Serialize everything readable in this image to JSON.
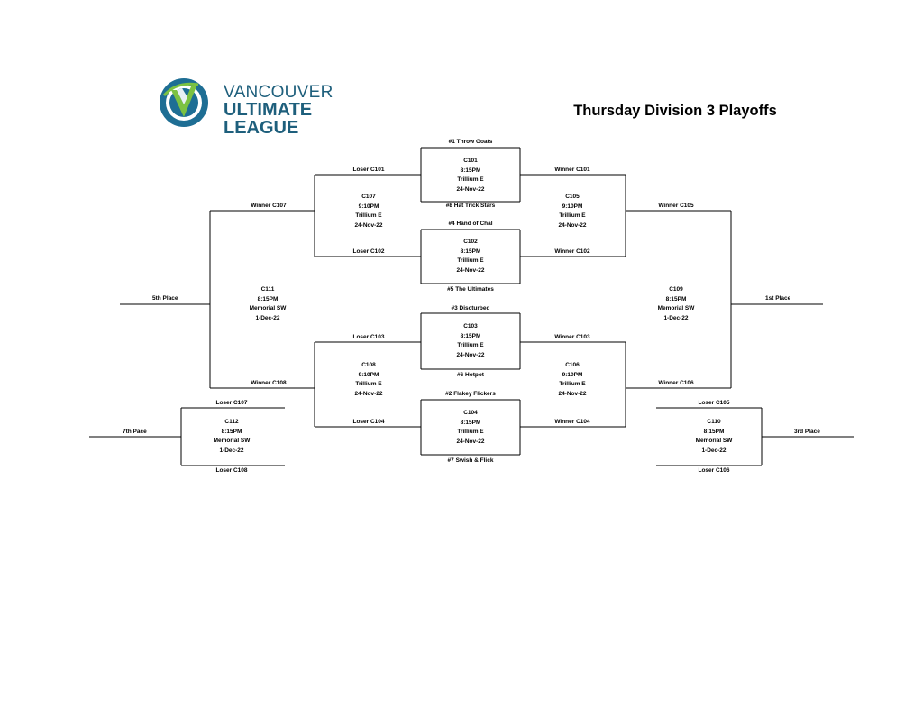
{
  "logo": {
    "line1": "VANCOUVER",
    "line2": "ULTIMATE LEAGUE",
    "primary_color": "#1e6e94",
    "accent_color": "#7cc242"
  },
  "title": "Thursday Division 3 Playoffs",
  "games": [
    {
      "code": "C101",
      "time": "8:15PM",
      "field": "Trillium E",
      "date": "24-Nov-22"
    },
    {
      "code": "C102",
      "time": "8:15PM",
      "field": "Trillium E",
      "date": "24-Nov-22"
    },
    {
      "code": "C103",
      "time": "8:15PM",
      "field": "Trillium E",
      "date": "24-Nov-22"
    },
    {
      "code": "C104",
      "time": "8:15PM",
      "field": "Trillium E",
      "date": "24-Nov-22"
    },
    {
      "code": "C105",
      "time": "9:10PM",
      "field": "Trillium E",
      "date": "24-Nov-22"
    },
    {
      "code": "C106",
      "time": "9:10PM",
      "field": "Trillium E",
      "date": "24-Nov-22"
    },
    {
      "code": "C107",
      "time": "9:10PM",
      "field": "Trillium E",
      "date": "24-Nov-22"
    },
    {
      "code": "C108",
      "time": "9:10PM",
      "field": "Trillium E",
      "date": "24-Nov-22"
    },
    {
      "code": "C109",
      "time": "8:15PM",
      "field": "Memorial SW",
      "date": "1-Dec-22"
    },
    {
      "code": "C110",
      "time": "8:15PM",
      "field": "Memorial SW",
      "date": "1-Dec-22"
    },
    {
      "code": "C111",
      "time": "8:15PM",
      "field": "Memorial SW",
      "date": "1-Dec-22"
    },
    {
      "code": "C112",
      "time": "8:15PM",
      "field": "Memorial SW",
      "date": "1-Dec-22"
    }
  ],
  "seeds": [
    "#1 Throw Goats",
    "#8 Hat Trick Stars",
    "#4 Hand of Chal",
    "#5 The Ultimates",
    "#3 Discturbed",
    "#6 Hotpot",
    "#2 Flakey Flickers",
    "#7 Swish & Flick"
  ],
  "slots": {
    "loser_c101": "Loser C101",
    "winner_c101": "Winner C101",
    "loser_c102": "Loser C102",
    "winner_c102": "Winner C102",
    "loser_c103": "Loser C103",
    "winner_c103": "Winner C103",
    "loser_c104": "Loser C104",
    "winner_c104": "Winner C104",
    "winner_c105": "Winner C105",
    "winner_c106": "Winner C106",
    "winner_c107": "Winner C107",
    "winner_c108": "Winner C108",
    "loser_c105": "Loser C105",
    "loser_c106": "Loser C106",
    "loser_c107": "Loser C107",
    "loser_c108": "Loser C108"
  },
  "places": {
    "first": "1st Place",
    "third": "3rd Place",
    "fifth": "5th Place",
    "seventh": "7th Pace"
  }
}
